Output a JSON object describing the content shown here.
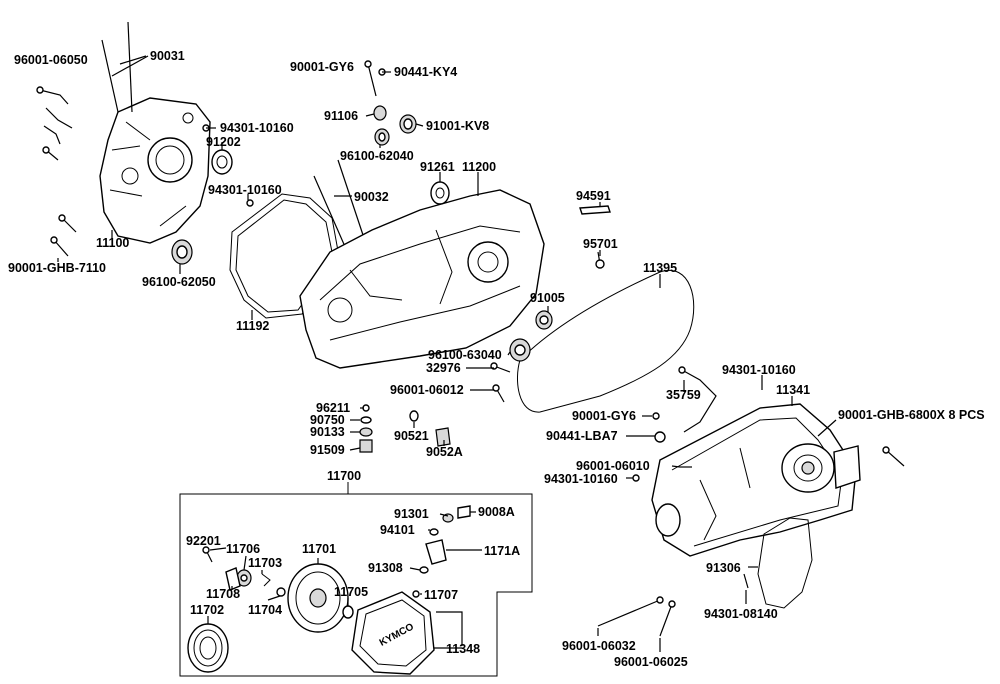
{
  "diagram": {
    "title": "",
    "group_label": "11700",
    "labels": {
      "p96001_06050": "96001-06050",
      "p90031": "90031",
      "p94301_10160_a": "94301-10160",
      "p91202": "91202",
      "p94301_10160_b": "94301-10160",
      "p90032": "90032",
      "p11100": "11100",
      "p90001_ghb_7110": "90001-GHB-7110",
      "p96100_62050": "96100-62050",
      "p11192": "11192",
      "p90001_gy6_a": "90001-GY6",
      "p90441_ky4": "90441-KY4",
      "p91106": "91106",
      "p91001_kv8": "91001-KV8",
      "p96100_62040": "96100-62040",
      "p91261": "91261",
      "p11200": "11200",
      "p94591": "94591",
      "p95701": "95701",
      "p11395": "11395",
      "p91005": "91005",
      "p96100_63040": "96100-63040",
      "p32976": "32976",
      "p96001_06012": "96001-06012",
      "p35759": "35759",
      "p94301_10160_c": "94301-10160",
      "p11341": "11341",
      "p90001_ghb_6800": "90001-GHB-6800X 8 PCS",
      "p96211": "96211",
      "p90750": "90750",
      "p90133": "90133",
      "p91509": "91509",
      "p90521": "90521",
      "p9052a": "9052A",
      "p90001_gy6_b": "90001-GY6",
      "p90441_lba7": "90441-LBA7",
      "p96001_06010": "96001-06010",
      "p94301_10160_d": "94301-10160",
      "p91301": "91301",
      "p9008a": "9008A",
      "p94101": "94101",
      "p1171a": "1171A",
      "p91308": "91308",
      "p92201": "92201",
      "p11706": "11706",
      "p11703": "11703",
      "p11701": "11701",
      "p11708": "11708",
      "p11705": "11705",
      "p11707": "11707",
      "p11702": "11702",
      "p11704": "11704",
      "p11348": "11348",
      "p91306": "91306",
      "p94301_08140": "94301-08140",
      "p96001_06032": "96001-06032",
      "p96001_06025": "96001-06025",
      "logo_text": "KYMCO"
    }
  }
}
